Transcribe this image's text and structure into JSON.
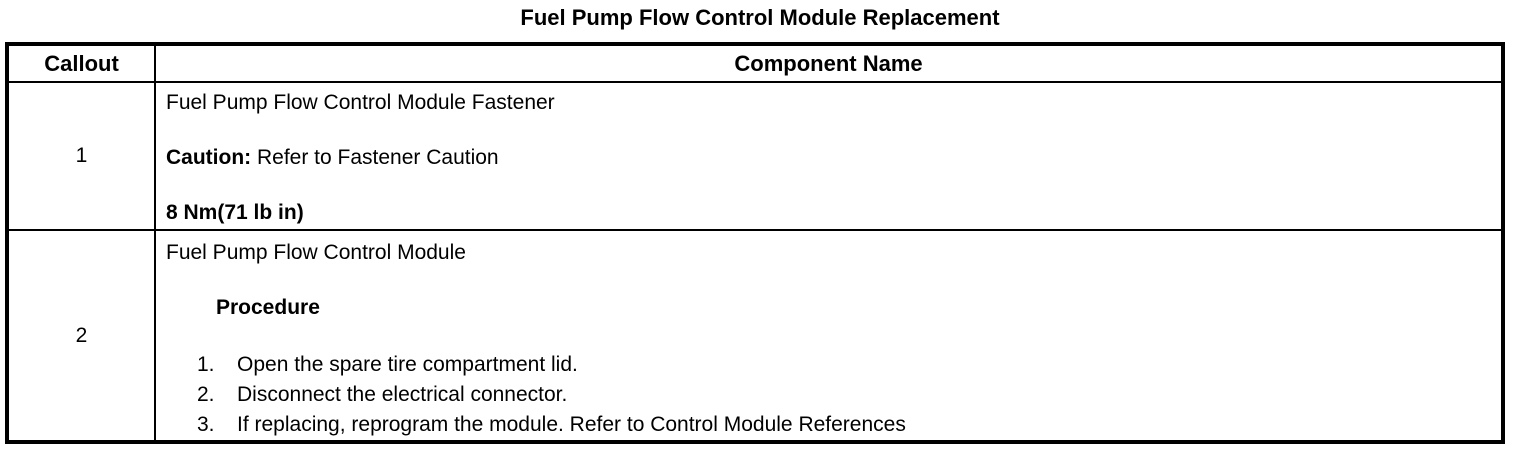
{
  "page": {
    "title": "Fuel Pump Flow Control Module Replacement"
  },
  "table": {
    "headers": {
      "callout": "Callout",
      "component": "Component Name"
    },
    "rows": [
      {
        "callout": "1",
        "component_name": "Fuel Pump Flow Control Module Fastener",
        "caution_label": "Caution:",
        "caution_text": " Refer to Fastener Caution",
        "torque": "8 Nm(71 lb in)"
      },
      {
        "callout": "2",
        "component_name": "Fuel Pump Flow Control Module",
        "procedure_label": "Procedure",
        "steps": [
          {
            "num": "1.",
            "text": "Open the spare tire compartment lid."
          },
          {
            "num": "2.",
            "text": "Disconnect the electrical connector."
          },
          {
            "num": "3.",
            "text": "If replacing, reprogram the module. Refer to Control Module References"
          }
        ]
      }
    ]
  }
}
